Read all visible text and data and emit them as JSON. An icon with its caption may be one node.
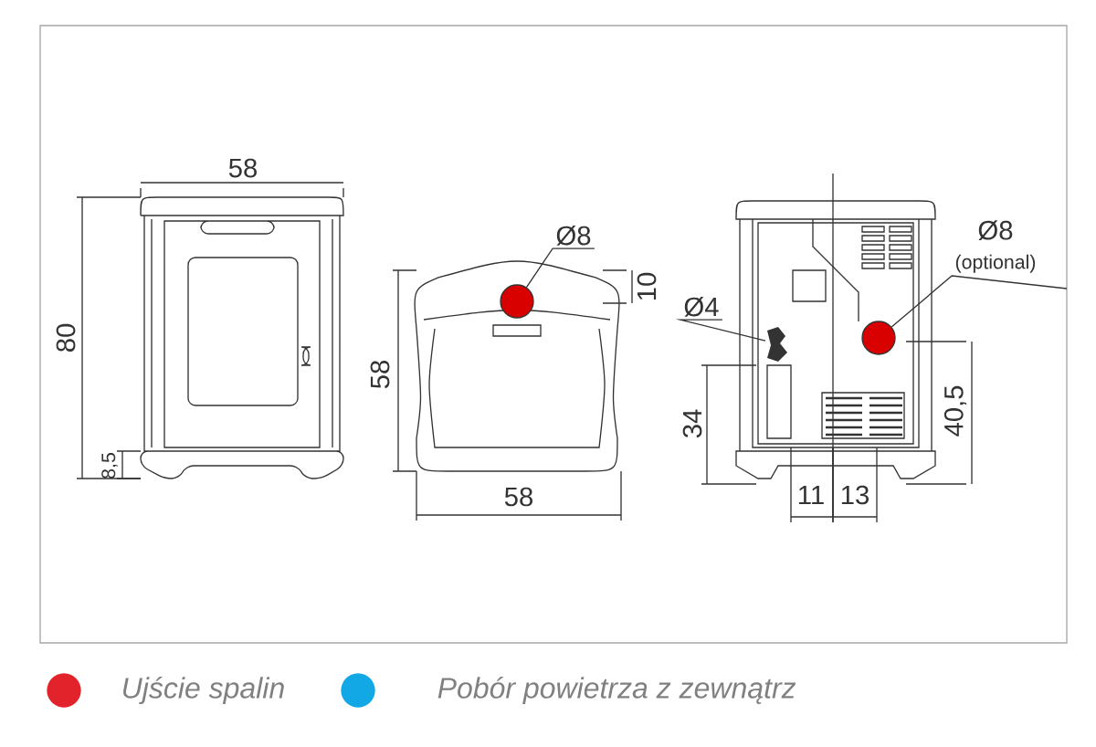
{
  "diagram": {
    "nodes": [
      {
        "text": [
          "Ø8"
        ]
      },
      {
        "text": [],
        "shape": "circle"
      },
      {
        "text": [
          "Ø8",
          "(optional)"
        ]
      },
      {
        "text": [],
        "shape": "circle"
      },
      {
        "text": [
          "Ø4"
        ]
      },
      {
        "text": [],
        "shape": "picture"
      }
    ],
    "edges": [
      {
        "from": 0,
        "to": 1,
        "arrow": "none"
      },
      {
        "from": 2,
        "to": 3,
        "arrow": "none"
      },
      {
        "from": 4,
        "to": 5,
        "arrow": "none"
      }
    ],
    "labels": [
      "58",
      "80",
      "8,5",
      "10",
      "58",
      "58",
      "34",
      "40,5",
      "11",
      "13"
    ],
    "legend": [
      {
        "text": "Ujście spalin",
        "color": "#e3232b"
      },
      {
        "text": "Pobór powietrza z zewnątrz",
        "color": "#12a8e6"
      }
    ]
  }
}
